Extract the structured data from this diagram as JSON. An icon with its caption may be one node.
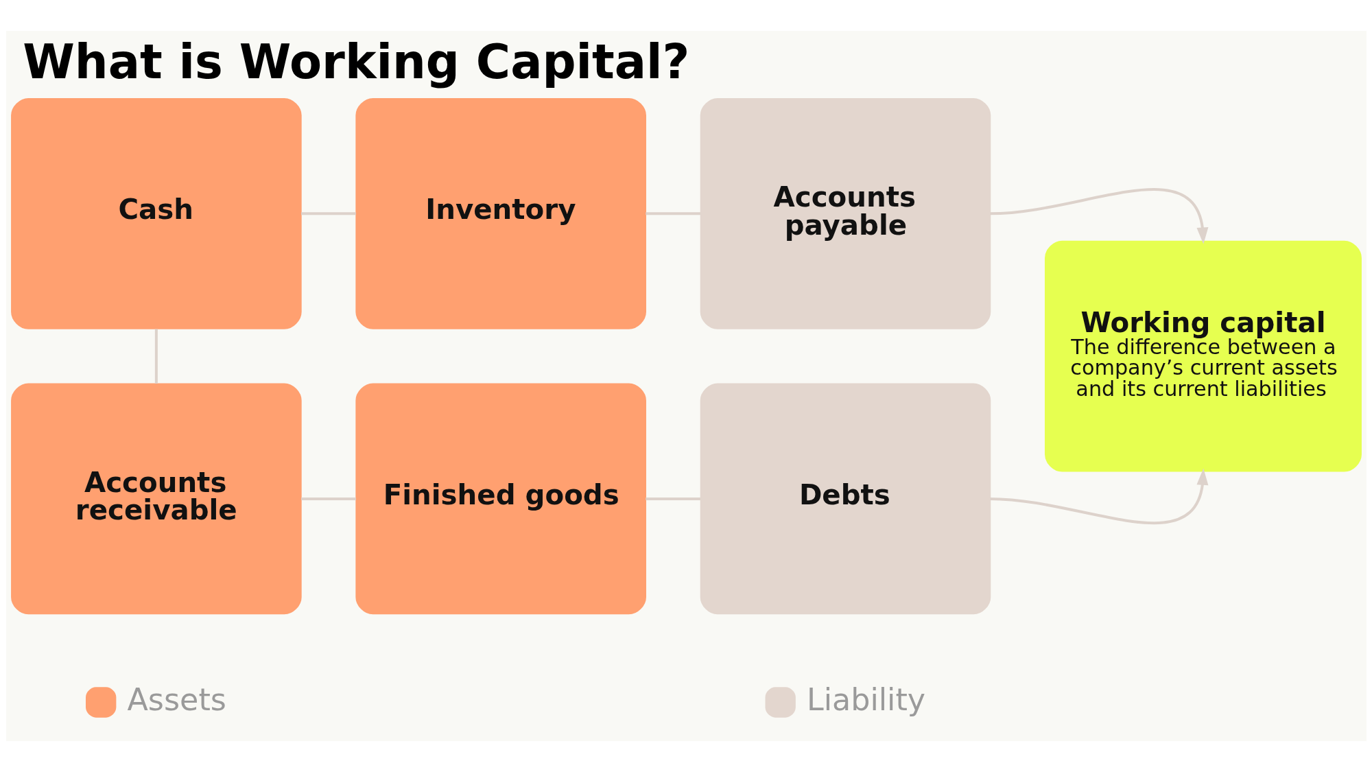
{
  "diagram": {
    "title": "What is Working Capital?",
    "nodes": [
      {
        "text": [
          "Cash"
        ]
      },
      {
        "text": [
          "Inventory"
        ]
      },
      {
        "text": [
          "Accounts payable"
        ]
      },
      {
        "text": [
          "Working capital",
          "The difference between a company’s current assets and its current liabilities"
        ]
      },
      {
        "text": [
          "Accounts receivable"
        ]
      },
      {
        "text": [
          "Finished goods"
        ]
      },
      {
        "text": [
          "Debts"
        ]
      }
    ],
    "edges": [
      {
        "from": 0,
        "to": 1,
        "arrow": "none"
      },
      {
        "from": 1,
        "to": 2,
        "arrow": "none"
      },
      {
        "from": 2,
        "to": 3,
        "arrow": "to"
      },
      {
        "from": 0,
        "to": 4,
        "arrow": "none"
      },
      {
        "from": 4,
        "to": 5,
        "arrow": "none"
      },
      {
        "from": 5,
        "to": 6,
        "arrow": "none"
      },
      {
        "from": 6,
        "to": 3,
        "arrow": "to"
      }
    ],
    "legend": [
      {
        "text": "Assets",
        "color": "#ffa070"
      },
      {
        "text": "Liability",
        "color": "#e3d6ce"
      }
    ]
  }
}
